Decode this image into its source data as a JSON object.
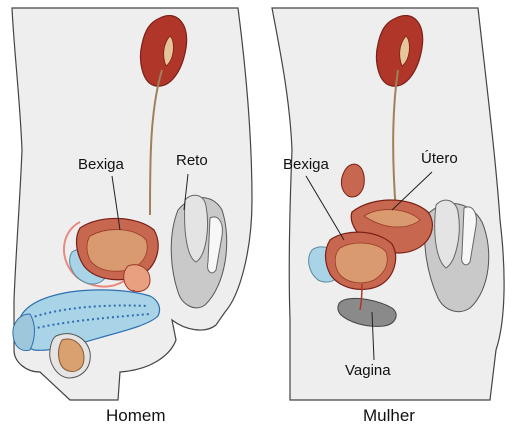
{
  "colors": {
    "body_fill": "#eeeeee",
    "body_shadow": "#c9c9c9",
    "outline": "#444444",
    "organ_red": "#b0362a",
    "organ_dark": "#7a2018",
    "ureter": "#a0805a",
    "bladder": "#c8674f",
    "bladder_lining": "#d89a6e",
    "pink_vessel": "#e88a80",
    "blue_organ": "#a9d3e6",
    "blue_dots": "#2f6fb0",
    "testis": "#d9a070",
    "vagina_gray": "#8a8a8a"
  },
  "labels": {
    "male_bladder": "Bexiga",
    "male_rectum": "Reto",
    "female_bladder": "Bexiga",
    "female_uterus": "Útero",
    "female_vagina": "Vagina"
  },
  "captions": {
    "male": "Homem",
    "female": "Mulher"
  }
}
